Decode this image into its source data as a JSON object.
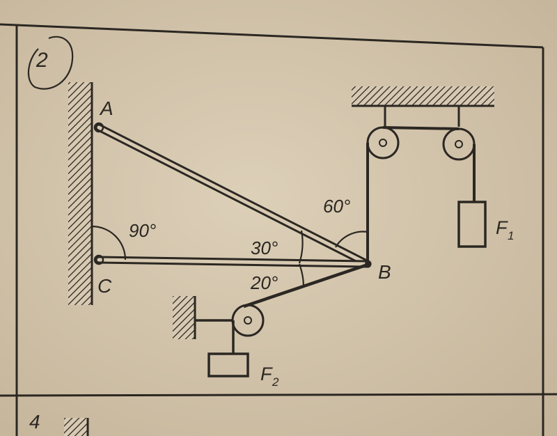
{
  "problem_number": "2",
  "next_problem_number": "4",
  "points": {
    "A": "A",
    "B": "B",
    "C": "C"
  },
  "angles": {
    "wall_angle": "90°",
    "rod_angle": "30°",
    "rope_f2_angle": "20°",
    "rope_f1_angle": "60°"
  },
  "loads": {
    "f1": {
      "main": "F",
      "sub": "1"
    },
    "f2": {
      "main": "F",
      "sub": "2"
    }
  },
  "colors": {
    "paper": "#d8cab2",
    "ink": "#2b2722"
  }
}
